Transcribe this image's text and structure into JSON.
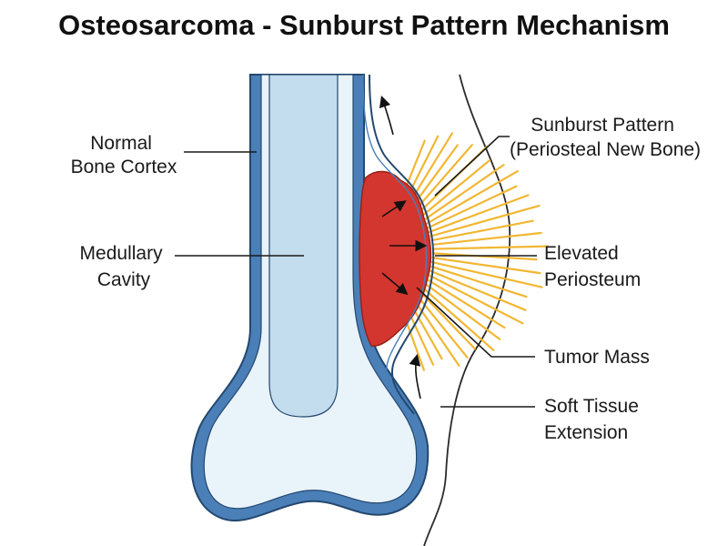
{
  "title": "Osteosarcoma - Sunburst Pattern Mechanism",
  "labels": {
    "normal_cortex": [
      "Normal",
      "Bone Cortex"
    ],
    "medullary_cavity": [
      "Medullary",
      "Cavity"
    ],
    "sunburst": [
      "Sunburst Pattern",
      "(Periosteal New Bone)"
    ],
    "elevated_periosteum": [
      "Elevated",
      "Periosteum"
    ],
    "tumor_mass": [
      "Tumor Mass"
    ],
    "soft_tissue": [
      "Soft Tissue",
      "Extension"
    ]
  },
  "colors": {
    "cortex": "#4a7fb8",
    "cortex_outline": "#24486e",
    "bone_fill": "#e9f3fa",
    "medulla_fill": "#c3dcee",
    "tumor": "#d3362e",
    "tumor_outline": "#962019",
    "spicule": "#f1b733",
    "soft_tissue_line": "#2a2a2a"
  }
}
